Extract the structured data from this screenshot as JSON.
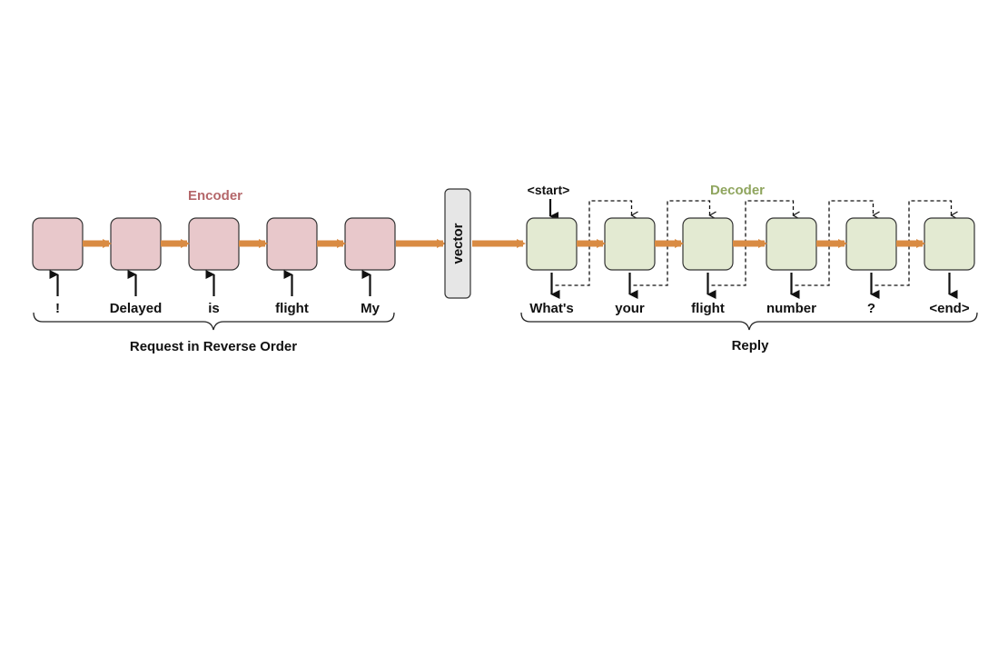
{
  "diagram": {
    "encoder": {
      "title": "Encoder",
      "title_color": "#b4676a",
      "cell_fill": "#e8c8cb",
      "inputs": [
        "!",
        "Delayed",
        "is",
        "flight",
        "My"
      ],
      "group_label": "Request in Reverse Order"
    },
    "context": {
      "label": "vector",
      "fill": "#e6e6e6"
    },
    "decoder": {
      "title": "Decoder",
      "title_color": "#8fa55e",
      "cell_fill": "#e3ead2",
      "start_token": "<start>",
      "outputs": [
        "What's",
        "your",
        "flight",
        "number",
        "?",
        "<end>"
      ],
      "group_label": "Reply"
    },
    "colors": {
      "flow_arrow": "#d98b43",
      "stroke": "#222222"
    }
  }
}
